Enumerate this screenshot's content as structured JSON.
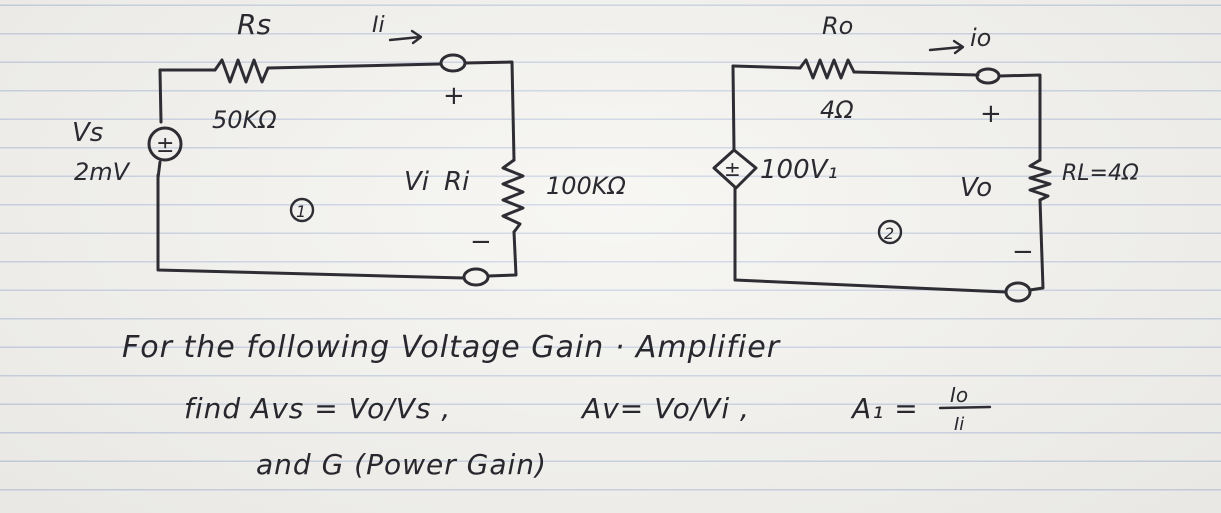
{
  "circuit1": {
    "source_label": "Vs",
    "source_value": "2mV",
    "source_sign": "±",
    "rs_label": "Rs",
    "rs_value": "50KΩ",
    "input_current": "Ii",
    "vi_label": "Vi",
    "ri_label": "Ri",
    "ri_value": "100KΩ",
    "plus": "+",
    "minus": "−",
    "number": "1"
  },
  "circuit2": {
    "ro_label": "Ro",
    "ro_value": "4Ω",
    "output_current": "io",
    "dependent_source_sign": "±",
    "dependent_source_value": "100V₁",
    "vo_label": "Vo",
    "rl_label": "RL=4Ω",
    "plus": "+",
    "minus": "−",
    "number": "2"
  },
  "problem": {
    "line1": "For the following Voltage Gain · Amplifier",
    "line2a": "find  Avs = Vo/Vs  ,",
    "line2b": "Av= Vo/Vi ,",
    "line2c": "A₁ =",
    "gain_numerator": "Io",
    "gain_denominator": "Ii",
    "line3": "and  G (Power Gain)"
  }
}
